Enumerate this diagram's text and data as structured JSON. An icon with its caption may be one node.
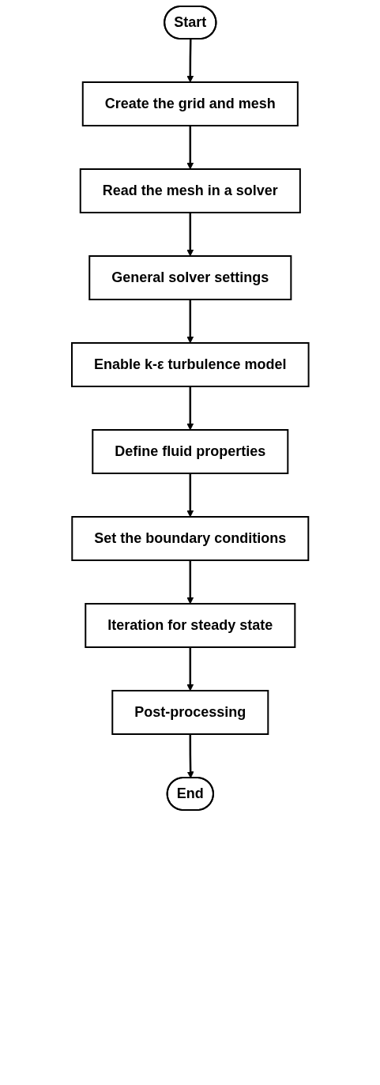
{
  "diagram": {
    "nodes": [
      {
        "text": [
          "Start"
        ]
      },
      {
        "text": [
          "Create the grid and mesh"
        ]
      },
      {
        "text": [
          "Read the mesh in a solver"
        ]
      },
      {
        "text": [
          "General solver settings"
        ]
      },
      {
        "text": [
          "Enable k-ε turbulence model"
        ]
      },
      {
        "text": [
          "Define fluid properties"
        ]
      },
      {
        "text": [
          "Set the boundary conditions"
        ]
      },
      {
        "text": [
          "Iteration for steady state"
        ]
      },
      {
        "text": [
          "Post-processing"
        ]
      },
      {
        "text": [
          "End"
        ]
      }
    ],
    "edges": [
      {
        "from": 0,
        "to": 1,
        "arrow": "to"
      },
      {
        "from": 1,
        "to": 2,
        "arrow": "to"
      },
      {
        "from": 2,
        "to": 3,
        "arrow": "to"
      },
      {
        "from": 3,
        "to": 4,
        "arrow": "to"
      },
      {
        "from": 4,
        "to": 5,
        "arrow": "to"
      },
      {
        "from": 5,
        "to": 6,
        "arrow": "to"
      },
      {
        "from": 6,
        "to": 7,
        "arrow": "to"
      },
      {
        "from": 7,
        "to": 8,
        "arrow": "to"
      },
      {
        "from": 8,
        "to": 9,
        "arrow": "to"
      }
    ]
  }
}
